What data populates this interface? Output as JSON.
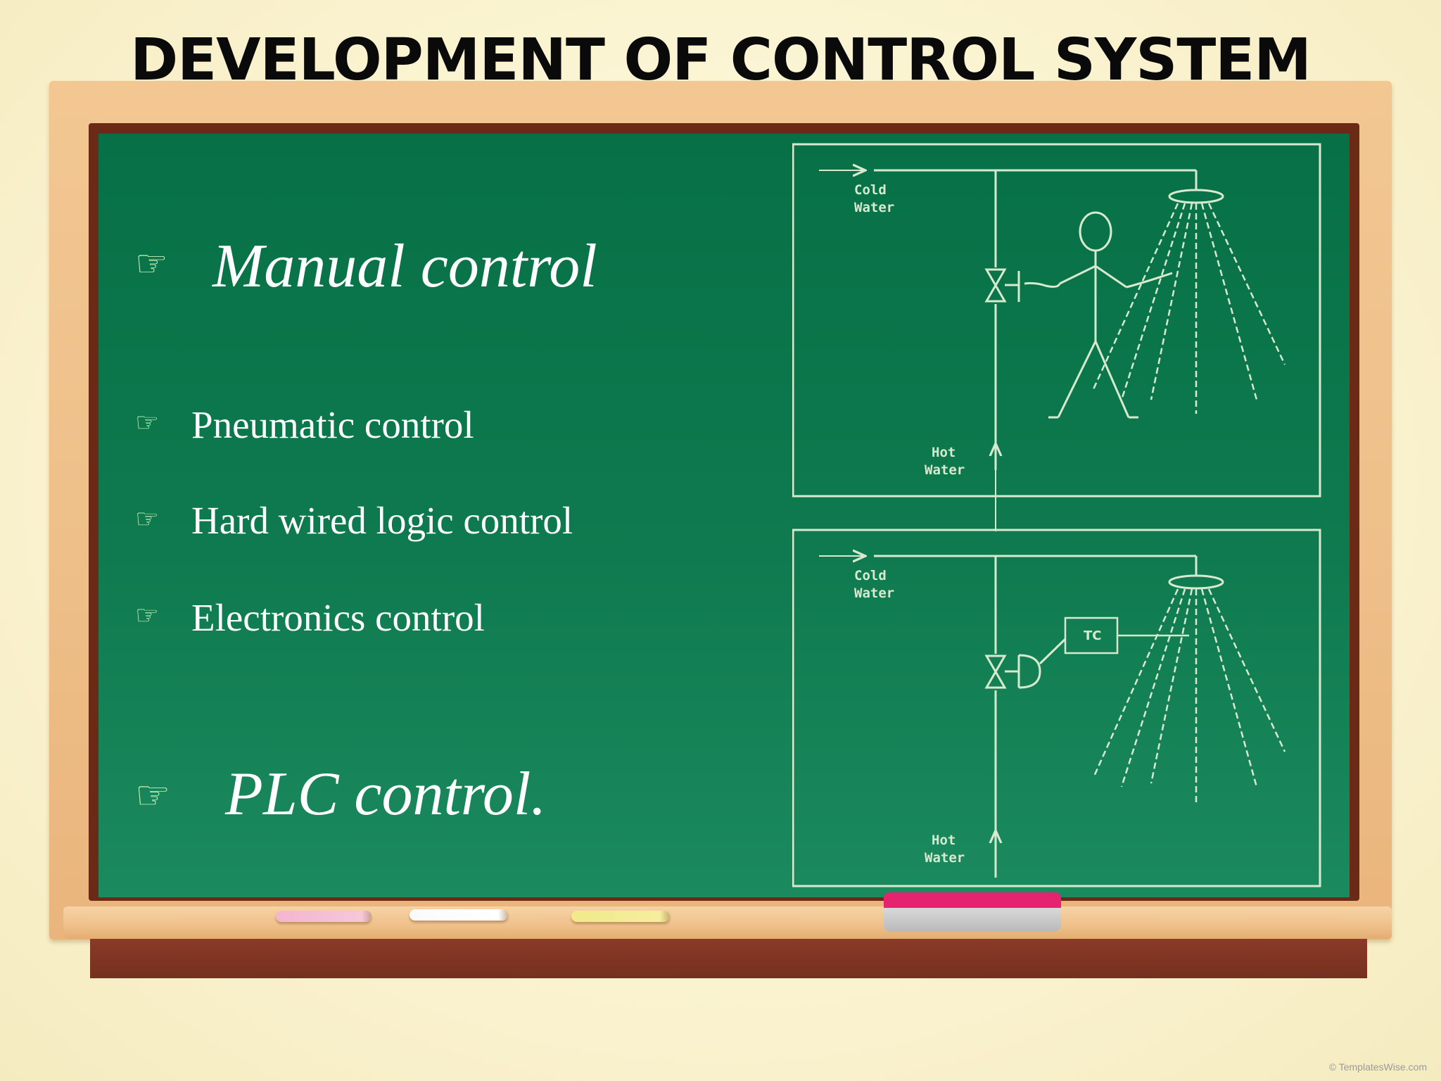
{
  "slide": {
    "title": "DEVELOPMENT OF CONTROL SYSTEM",
    "bullet_glyph": "☞",
    "items": [
      {
        "label": "Manual control"
      },
      {
        "label": "Pneumatic control"
      },
      {
        "label": "Hard wired logic control"
      },
      {
        "label": "Electronics control"
      },
      {
        "label": "PLC control."
      }
    ],
    "copyright": "© TemplatesWise.com"
  },
  "diagram": {
    "manual_panel": {
      "cold_label_line1": "Cold",
      "cold_label_line2": "Water",
      "hot_label_line1": "Hot",
      "hot_label_line2": "Water"
    },
    "auto_panel": {
      "cold_label_line1": "Cold",
      "cold_label_line2": "Water",
      "hot_label_line1": "Hot",
      "hot_label_line2": "Water",
      "controller_label": "TC"
    }
  },
  "colors": {
    "board": "#0f7a4f",
    "chalk_line": "#d7ead0",
    "bullet": "#c6f0b6",
    "eraser": "#e6236f",
    "frame": "#eec08a"
  }
}
